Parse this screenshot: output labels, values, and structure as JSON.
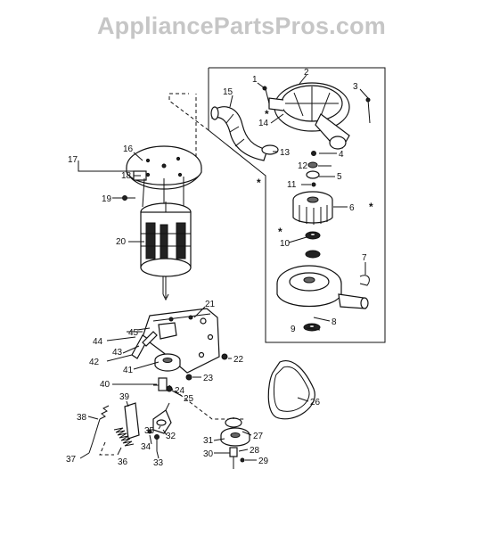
{
  "watermark": "AppliancePartsPros.com",
  "callouts": [
    {
      "id": "1",
      "text": "1"
    },
    {
      "id": "2",
      "text": "2"
    },
    {
      "id": "3",
      "text": "3"
    },
    {
      "id": "4",
      "text": "4"
    },
    {
      "id": "5",
      "text": "5"
    },
    {
      "id": "6",
      "text": "6"
    },
    {
      "id": "7",
      "text": "7"
    },
    {
      "id": "8",
      "text": "8"
    },
    {
      "id": "9",
      "text": "9"
    },
    {
      "id": "10",
      "text": "10"
    },
    {
      "id": "11",
      "text": "11"
    },
    {
      "id": "12",
      "text": "12"
    },
    {
      "id": "13",
      "text": "13"
    },
    {
      "id": "14",
      "text": "14"
    },
    {
      "id": "15",
      "text": "15"
    },
    {
      "id": "16",
      "text": "16"
    },
    {
      "id": "17",
      "text": "17"
    },
    {
      "id": "18",
      "text": "18"
    },
    {
      "id": "19",
      "text": "19"
    },
    {
      "id": "20",
      "text": "20"
    },
    {
      "id": "21",
      "text": "21"
    },
    {
      "id": "22",
      "text": "22"
    },
    {
      "id": "23",
      "text": "23"
    },
    {
      "id": "24",
      "text": "24"
    },
    {
      "id": "25",
      "text": "25"
    },
    {
      "id": "26",
      "text": "26"
    },
    {
      "id": "27",
      "text": "27"
    },
    {
      "id": "28",
      "text": "28"
    },
    {
      "id": "29",
      "text": "29"
    },
    {
      "id": "30",
      "text": "30"
    },
    {
      "id": "31",
      "text": "31"
    },
    {
      "id": "32",
      "text": "32"
    },
    {
      "id": "33",
      "text": "33"
    },
    {
      "id": "34",
      "text": "34"
    },
    {
      "id": "35",
      "text": "35"
    },
    {
      "id": "36",
      "text": "36"
    },
    {
      "id": "37",
      "text": "37"
    },
    {
      "id": "38",
      "text": "38"
    },
    {
      "id": "39",
      "text": "39"
    },
    {
      "id": "40",
      "text": "40"
    },
    {
      "id": "41",
      "text": "41"
    },
    {
      "id": "42",
      "text": "42"
    },
    {
      "id": "43",
      "text": "43"
    },
    {
      "id": "44",
      "text": "44"
    },
    {
      "id": "45",
      "text": "45"
    }
  ],
  "asterisk": "*"
}
